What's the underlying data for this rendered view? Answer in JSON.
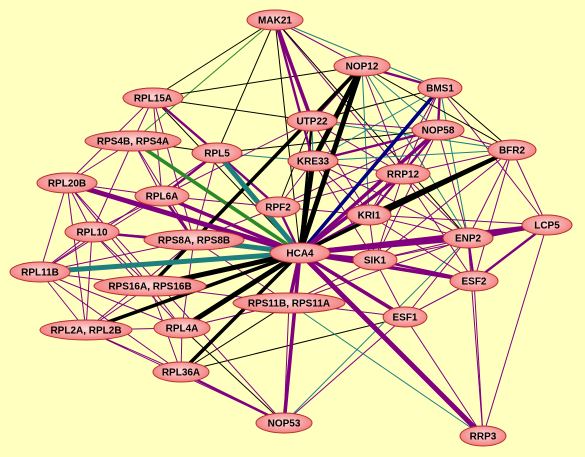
{
  "colors": {
    "background": "#ffffc0",
    "node_fill_center": "#ffd8d8",
    "node_fill_edge": "#f07878",
    "node_stroke": "#b83030",
    "edge_purple": "#800080",
    "edge_black": "#000000",
    "edge_teal": "#1f7f7f",
    "edge_green": "#2a8a2a",
    "edge_navy": "#000080"
  },
  "nodes": [
    {
      "id": "MAK21",
      "label": "MAK21"
    },
    {
      "id": "NOP12",
      "label": "NOP12"
    },
    {
      "id": "BMS1",
      "label": "BMS1"
    },
    {
      "id": "RPL15A",
      "label": "RPL15A"
    },
    {
      "id": "UTP22",
      "label": "UTP22"
    },
    {
      "id": "NOP58",
      "label": "NOP58"
    },
    {
      "id": "RPS4B",
      "label": "RPS4B, RPS4A"
    },
    {
      "id": "RPL5",
      "label": "RPL5"
    },
    {
      "id": "BFR2",
      "label": "BFR2"
    },
    {
      "id": "KRE33",
      "label": "KRE33"
    },
    {
      "id": "RRP12",
      "label": "RRP12"
    },
    {
      "id": "RPL20B",
      "label": "RPL20B"
    },
    {
      "id": "RPL6A",
      "label": "RPL6A"
    },
    {
      "id": "RPF2",
      "label": "RPF2"
    },
    {
      "id": "KRI1",
      "label": "KRI1"
    },
    {
      "id": "LCP5",
      "label": "LCP5"
    },
    {
      "id": "RPL10",
      "label": "RPL10"
    },
    {
      "id": "RPS8A",
      "label": "RPS8A, RPS8B"
    },
    {
      "id": "ENP2",
      "label": "ENP2"
    },
    {
      "id": "HCA4",
      "label": "HCA4"
    },
    {
      "id": "SIK1",
      "label": "SIK1"
    },
    {
      "id": "RPL11B",
      "label": "RPL11B"
    },
    {
      "id": "ESF2",
      "label": "ESF2"
    },
    {
      "id": "RPS16A",
      "label": "RPS16A, RPS16B"
    },
    {
      "id": "RPS11B",
      "label": "RPS11B, RPS11A"
    },
    {
      "id": "ESF1",
      "label": "ESF1"
    },
    {
      "id": "RPL2A",
      "label": "RPL2A, RPL2B"
    },
    {
      "id": "RPL4A",
      "label": "RPL4A"
    },
    {
      "id": "RPL36A",
      "label": "RPL36A"
    },
    {
      "id": "NOP53",
      "label": "NOP53"
    },
    {
      "id": "RRP3",
      "label": "RRP3"
    }
  ],
  "edges": [
    [
      "HCA4",
      "MAK21",
      "black",
      1
    ],
    [
      "HCA4",
      "NOP12",
      "black",
      4
    ],
    [
      "HCA4",
      "BMS1",
      "navy",
      3
    ],
    [
      "HCA4",
      "RPL15A",
      "black",
      1
    ],
    [
      "HCA4",
      "UTP22",
      "black",
      2
    ],
    [
      "HCA4",
      "NOP58",
      "purple",
      3
    ],
    [
      "HCA4",
      "RPS4B",
      "green",
      3
    ],
    [
      "HCA4",
      "RPL5",
      "teal",
      4
    ],
    [
      "HCA4",
      "BFR2",
      "black",
      3
    ],
    [
      "HCA4",
      "KRE33",
      "black",
      4
    ],
    [
      "HCA4",
      "RRP12",
      "purple",
      3
    ],
    [
      "HCA4",
      "RPL20B",
      "purple",
      4
    ],
    [
      "HCA4",
      "RPL6A",
      "purple",
      3
    ],
    [
      "HCA4",
      "RPF2",
      "purple",
      2
    ],
    [
      "HCA4",
      "KRI1",
      "purple",
      2
    ],
    [
      "HCA4",
      "LCP5",
      "purple",
      3
    ],
    [
      "HCA4",
      "RPL10",
      "purple",
      2
    ],
    [
      "HCA4",
      "RPS8A",
      "teal",
      4
    ],
    [
      "HCA4",
      "ENP2",
      "purple",
      4
    ],
    [
      "HCA4",
      "SIK1",
      "purple",
      3
    ],
    [
      "HCA4",
      "RPL11B",
      "teal",
      4
    ],
    [
      "HCA4",
      "ESF2",
      "purple",
      3
    ],
    [
      "HCA4",
      "RPS16A",
      "black",
      4
    ],
    [
      "HCA4",
      "RPS11B",
      "purple",
      3
    ],
    [
      "HCA4",
      "ESF1",
      "purple",
      3
    ],
    [
      "HCA4",
      "RPL2A",
      "black",
      3
    ],
    [
      "HCA4",
      "RPL4A",
      "black",
      4
    ],
    [
      "HCA4",
      "RPL36A",
      "black",
      3
    ],
    [
      "HCA4",
      "NOP53",
      "purple",
      3
    ],
    [
      "HCA4",
      "RRP3",
      "purple",
      4
    ],
    [
      "NOP12",
      "KRE33",
      "black",
      4
    ],
    [
      "NOP12",
      "RPS16A",
      "black",
      3
    ],
    [
      "NOP12",
      "UTP22",
      "purple",
      2
    ],
    [
      "MAK21",
      "RPL15A",
      "black",
      1
    ],
    [
      "MAK21",
      "RPL5",
      "black",
      1
    ],
    [
      "MAK21",
      "UTP22",
      "purple",
      3
    ],
    [
      "MAK21",
      "KRE33",
      "purple",
      2
    ],
    [
      "MAK21",
      "BMS1",
      "teal",
      1
    ],
    [
      "MAK21",
      "NOP12",
      "purple",
      1
    ],
    [
      "MAK21",
      "RPS4B",
      "green",
      1
    ],
    [
      "MAK21",
      "RRP12",
      "purple",
      1
    ],
    [
      "MAK21",
      "ENP2",
      "black",
      1
    ],
    [
      "RPL15A",
      "RPL5",
      "purple",
      2
    ],
    [
      "RPL15A",
      "RPS4B",
      "purple",
      1
    ],
    [
      "RPL15A",
      "RPL20B",
      "purple",
      1
    ],
    [
      "RPL15A",
      "RPL6A",
      "purple",
      1
    ],
    [
      "RPL15A",
      "RPS8A",
      "purple",
      1
    ],
    [
      "RPL15A",
      "NOP12",
      "black",
      1
    ],
    [
      "RPL15A",
      "UTP22",
      "black",
      1
    ],
    [
      "RPL15A",
      "RPF2",
      "black",
      1
    ],
    [
      "RPS4B",
      "RPL5",
      "black",
      1
    ],
    [
      "RPS4B",
      "RPL20B",
      "purple",
      1
    ],
    [
      "RPS4B",
      "RPL6A",
      "purple",
      1
    ],
    [
      "RPS4B",
      "RPL10",
      "purple",
      1
    ],
    [
      "RPS4B",
      "RPS8A",
      "purple",
      1
    ],
    [
      "RPL5",
      "RPL6A",
      "purple",
      2
    ],
    [
      "RPL5",
      "RPF2",
      "purple",
      2
    ],
    [
      "RPL5",
      "RPS8A",
      "purple",
      1
    ],
    [
      "RPL5",
      "RPL11B",
      "purple",
      1
    ],
    [
      "RPL5",
      "KRE33",
      "teal",
      1
    ],
    [
      "RPL5",
      "NOP58",
      "black",
      1
    ],
    [
      "RPL20B",
      "RPL10",
      "purple",
      1
    ],
    [
      "RPL20B",
      "RPL6A",
      "purple",
      1
    ],
    [
      "RPL20B",
      "RPL11B",
      "purple",
      1
    ],
    [
      "RPL20B",
      "RPS16A",
      "purple",
      1
    ],
    [
      "RPL20B",
      "RPL2A",
      "purple",
      1
    ],
    [
      "RPL6A",
      "RPL10",
      "purple",
      1
    ],
    [
      "RPL6A",
      "RPS8A",
      "purple",
      2
    ],
    [
      "RPL6A",
      "RPL11B",
      "purple",
      1
    ],
    [
      "RPL10",
      "RPL11B",
      "purple",
      1
    ],
    [
      "RPL10",
      "RPS16A",
      "purple",
      1
    ],
    [
      "RPL10",
      "RPL2A",
      "purple",
      1
    ],
    [
      "RPL10",
      "RPS8A",
      "purple",
      1
    ],
    [
      "RPL10",
      "RPL4A",
      "purple",
      1
    ],
    [
      "RPS8A",
      "RPS16A",
      "purple",
      1
    ],
    [
      "RPS8A",
      "RPL11B",
      "purple",
      1
    ],
    [
      "RPS8A",
      "RPS11B",
      "purple",
      1
    ],
    [
      "RPS8A",
      "RPL4A",
      "purple",
      1
    ],
    [
      "RPS8A",
      "RPL2A",
      "purple",
      1
    ],
    [
      "RPL11B",
      "RPS16A",
      "purple",
      1
    ],
    [
      "RPL11B",
      "RPL2A",
      "purple",
      1
    ],
    [
      "RPL11B",
      "RPL36A",
      "purple",
      1
    ],
    [
      "RPL11B",
      "RPL4A",
      "purple",
      1
    ],
    [
      "RPS16A",
      "RPS11B",
      "purple",
      1
    ],
    [
      "RPS16A",
      "RPL2A",
      "purple",
      1
    ],
    [
      "RPS16A",
      "RPL4A",
      "purple",
      1
    ],
    [
      "RPS16A",
      "RPL36A",
      "purple",
      1
    ],
    [
      "RPL2A",
      "RPL4A",
      "purple",
      1
    ],
    [
      "RPL2A",
      "RPL36A",
      "purple",
      1
    ],
    [
      "RPL2A",
      "NOP53",
      "purple",
      1
    ],
    [
      "RPL4A",
      "RPL36A",
      "purple",
      1
    ],
    [
      "RPL4A",
      "RPS11B",
      "purple",
      1
    ],
    [
      "RPL4A",
      "NOP53",
      "black",
      1
    ],
    [
      "RPL36A",
      "NOP53",
      "purple",
      2
    ],
    [
      "RPL36A",
      "RPS11B",
      "black",
      1
    ],
    [
      "RPL36A",
      "ESF1",
      "black",
      1
    ],
    [
      "RPS11B",
      "ESF1",
      "purple",
      1
    ],
    [
      "RPS11B",
      "NOP53",
      "purple",
      1
    ],
    [
      "RPS11B",
      "ENP2",
      "purple",
      1
    ],
    [
      "NOP53",
      "ESF1",
      "purple",
      1
    ],
    [
      "NOP53",
      "ENP2",
      "teal",
      1
    ],
    [
      "NOP53",
      "RPL20B",
      "purple",
      1
    ],
    [
      "BMS1",
      "NOP12",
      "purple",
      2
    ],
    [
      "BMS1",
      "NOP58",
      "purple",
      2
    ],
    [
      "BMS1",
      "BFR2",
      "black",
      1
    ],
    [
      "BMS1",
      "KRE33",
      "teal",
      1
    ],
    [
      "BMS1",
      "RRP12",
      "purple",
      1
    ],
    [
      "BMS1",
      "KRI1",
      "purple",
      1
    ],
    [
      "BMS1",
      "ENP2",
      "teal",
      1
    ],
    [
      "BMS1",
      "LCP5",
      "purple",
      1
    ],
    [
      "BMS1",
      "UTP22",
      "black",
      1
    ],
    [
      "NOP12",
      "NOP58",
      "teal",
      1
    ],
    [
      "NOP12",
      "BFR2",
      "black",
      1
    ],
    [
      "NOP12",
      "KRI1",
      "teal",
      1
    ],
    [
      "NOP12",
      "RRP12",
      "purple",
      1
    ],
    [
      "NOP12",
      "ENP2",
      "teal",
      1
    ],
    [
      "NOP58",
      "UTP22",
      "purple",
      1
    ],
    [
      "NOP58",
      "KRE33",
      "purple",
      2
    ],
    [
      "NOP58",
      "RRP12",
      "purple",
      1
    ],
    [
      "NOP58",
      "KRI1",
      "purple",
      2
    ],
    [
      "NOP58",
      "BFR2",
      "purple",
      1
    ],
    [
      "NOP58",
      "ENP2",
      "purple",
      1
    ],
    [
      "NOP58",
      "SIK1",
      "purple",
      1
    ],
    [
      "NOP58",
      "RPF2",
      "purple",
      1
    ],
    [
      "UTP22",
      "KRE33",
      "teal",
      1
    ],
    [
      "UTP22",
      "RRP12",
      "purple",
      1
    ],
    [
      "UTP22",
      "RPF2",
      "black",
      1
    ],
    [
      "UTP22",
      "KRI1",
      "purple",
      1
    ],
    [
      "UTP22",
      "RPL6A",
      "purple",
      1
    ],
    [
      "UTP22",
      "BFR2",
      "teal",
      1
    ],
    [
      "KRE33",
      "RRP12",
      "purple",
      1
    ],
    [
      "KRE33",
      "RPF2",
      "purple",
      1
    ],
    [
      "KRE33",
      "KRI1",
      "purple",
      1
    ],
    [
      "KRE33",
      "SIK1",
      "purple",
      1
    ],
    [
      "KRE33",
      "ENP2",
      "purple",
      1
    ],
    [
      "KRE33",
      "BFR2",
      "teal",
      1
    ],
    [
      "BFR2",
      "RRP12",
      "purple",
      1
    ],
    [
      "BFR2",
      "KRI1",
      "black",
      3
    ],
    [
      "BFR2",
      "ENP2",
      "purple",
      1
    ],
    [
      "BFR2",
      "LCP5",
      "purple",
      1
    ],
    [
      "BFR2",
      "ESF2",
      "purple",
      1
    ],
    [
      "BFR2",
      "SIK1",
      "purple",
      1
    ],
    [
      "RRP12",
      "KRI1",
      "purple",
      1
    ],
    [
      "RRP12",
      "ENP2",
      "purple",
      1
    ],
    [
      "RRP12",
      "SIK1",
      "purple",
      1
    ],
    [
      "RRP12",
      "ESF2",
      "purple",
      1
    ],
    [
      "RRP12",
      "RPF2",
      "purple",
      1
    ],
    [
      "KRI1",
      "ENP2",
      "purple",
      1
    ],
    [
      "KRI1",
      "SIK1",
      "purple",
      1
    ],
    [
      "KRI1",
      "ESF2",
      "purple",
      1
    ],
    [
      "KRI1",
      "LCP5",
      "purple",
      1
    ],
    [
      "ENP2",
      "LCP5",
      "purple",
      3
    ],
    [
      "ENP2",
      "ESF2",
      "purple",
      2
    ],
    [
      "ENP2",
      "SIK1",
      "purple",
      1
    ],
    [
      "ENP2",
      "ESF1",
      "purple",
      1
    ],
    [
      "ENP2",
      "RRP3",
      "purple",
      1
    ],
    [
      "LCP5",
      "ESF2",
      "purple",
      2
    ],
    [
      "LCP5",
      "SIK1",
      "purple",
      1
    ],
    [
      "LCP5",
      "RRP3",
      "purple",
      1
    ],
    [
      "ESF2",
      "SIK1",
      "purple",
      2
    ],
    [
      "ESF2",
      "ESF1",
      "purple",
      1
    ],
    [
      "ESF2",
      "RRP3",
      "purple",
      1
    ],
    [
      "SIK1",
      "ESF1",
      "purple",
      1
    ],
    [
      "SIK1",
      "RPS11B",
      "purple",
      1
    ],
    [
      "RPF2",
      "RPL6A",
      "purple",
      1
    ],
    [
      "RPF2",
      "KRI1",
      "purple",
      1
    ],
    [
      "RPF2",
      "RPS8A",
      "purple",
      1
    ],
    [
      "ESF1",
      "RRP3",
      "purple",
      1
    ],
    [
      "RPS11B",
      "RRP3",
      "teal",
      1
    ]
  ]
}
